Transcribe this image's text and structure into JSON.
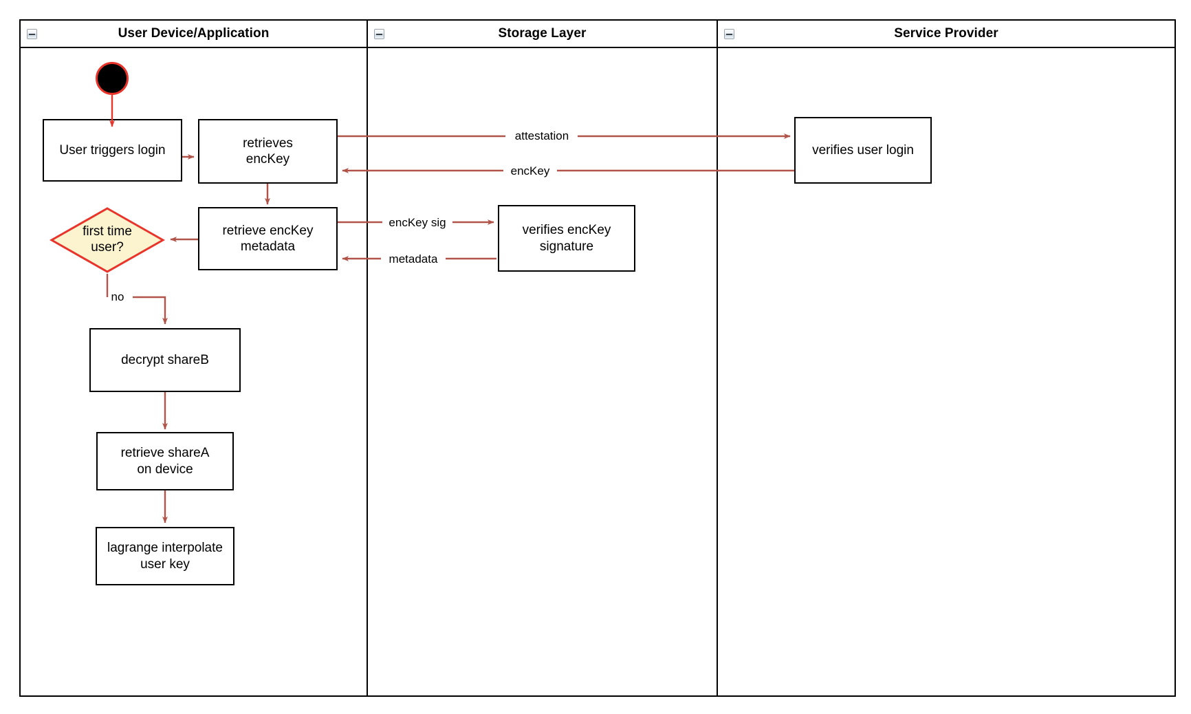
{
  "diagram": {
    "title": "User login key retrieval swimlane activity diagram",
    "colors": {
      "lane_border": "#000000",
      "node_border": "#000000",
      "node_fill": "#ffffff",
      "edge": "#b0544a",
      "start_edge": "#e8342a",
      "decision_border": "#e8342a",
      "decision_fill": "#fbf4ce",
      "start_fill": "#000000"
    }
  },
  "lanes": [
    {
      "id": "user-device",
      "title": "User Device/Application",
      "collapse_icon": "collapse-minus-icon"
    },
    {
      "id": "storage-layer",
      "title": "Storage Layer",
      "collapse_icon": "collapse-minus-icon"
    },
    {
      "id": "service-provider",
      "title": "Service Provider",
      "collapse_icon": "collapse-minus-icon"
    }
  ],
  "nodes": {
    "start": {
      "name": "start-node",
      "type": "initial",
      "lane": "user-device"
    },
    "user_triggers_login": {
      "label": "User triggers login",
      "type": "activity",
      "lane": "user-device"
    },
    "retrieves_enckey": {
      "label": "retrieves\nencKey",
      "type": "activity",
      "lane": "user-device"
    },
    "retrieve_enckey_metadata": {
      "label": "retrieve encKey\nmetadata",
      "type": "activity",
      "lane": "user-device"
    },
    "first_time_user": {
      "label": "first time\nuser?",
      "type": "decision",
      "lane": "user-device"
    },
    "decrypt_shareb": {
      "label": "decrypt shareB",
      "type": "activity",
      "lane": "user-device"
    },
    "retrieve_sharea": {
      "label": "retrieve shareA\non device",
      "type": "activity",
      "lane": "user-device"
    },
    "lagrange_interpolate": {
      "label": "lagrange interpolate\nuser key",
      "type": "activity",
      "lane": "user-device"
    },
    "verifies_enckey_signature": {
      "label": "verifies encKey\nsignature",
      "type": "activity",
      "lane": "storage-layer"
    },
    "verifies_user_login": {
      "label": "verifies user login",
      "type": "activity",
      "lane": "service-provider"
    }
  },
  "edges": [
    {
      "id": "start-to-login",
      "from": "start",
      "to": "user_triggers_login",
      "label": ""
    },
    {
      "id": "login-to-retrieves",
      "from": "user_triggers_login",
      "to": "retrieves_enckey",
      "label": ""
    },
    {
      "id": "retrieves-to-sp",
      "from": "retrieves_enckey",
      "to": "verifies_user_login",
      "label": "attestation"
    },
    {
      "id": "sp-to-retrieves",
      "from": "verifies_user_login",
      "to": "retrieves_enckey",
      "label": "encKey"
    },
    {
      "id": "retrieves-to-metadata",
      "from": "retrieves_enckey",
      "to": "retrieve_enckey_metadata",
      "label": ""
    },
    {
      "id": "metadata-to-verifier",
      "from": "retrieve_enckey_metadata",
      "to": "verifies_enckey_signature",
      "label": "encKey sig"
    },
    {
      "id": "verifier-to-metadata",
      "from": "verifies_enckey_signature",
      "to": "retrieve_enckey_metadata",
      "label": "metadata"
    },
    {
      "id": "metadata-to-decision",
      "from": "retrieve_enckey_metadata",
      "to": "first_time_user",
      "label": ""
    },
    {
      "id": "decision-to-decrypt",
      "from": "first_time_user",
      "to": "decrypt_shareb",
      "label": "no"
    },
    {
      "id": "decrypt-to-sharea",
      "from": "decrypt_shareb",
      "to": "retrieve_sharea",
      "label": ""
    },
    {
      "id": "sharea-to-lagrange",
      "from": "retrieve_sharea",
      "to": "lagrange_interpolate",
      "label": ""
    }
  ],
  "edge_labels": {
    "attestation": "attestation",
    "enckey": "encKey",
    "enckey_sig": "encKey sig",
    "metadata": "metadata",
    "no": "no"
  }
}
